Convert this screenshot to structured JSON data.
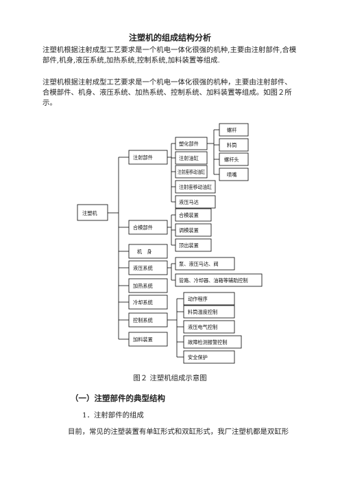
{
  "doc": {
    "title": "注塑机的组成结构分析",
    "para1": "注塑机根据注射成型工艺要求是一个机电一体化很强的机种,主要由注射部件,合模部件,机身,液压系统,加热系统,控制系统,加料装置等组成.",
    "para2": "注塑机根据注射成型工艺要求是一个机电一体化很强的机种，主要由注射部件、合模部件、机身、液压系统、加热系统、控制系统、加料装置等组成。如图２所示。",
    "caption": "图２ 注塑机组成示意图",
    "section_heading": "（一）注塑部件的典型结构",
    "item1": "1．注射部件的组成",
    "para3": "目前，常见的注塑装置有单缸形式和双缸形式，我厂注塑机都是双缸形"
  },
  "diagram": {
    "root": "注塑机",
    "injection": "注射部件",
    "plasticizing": "塑化部件",
    "injection_cyl": "注射油缸",
    "moving_cyl": "注射座移动油缸",
    "motor": "液压马达",
    "barrel": "螺杆",
    "screw": "料筒",
    "screw_head": "螺杆头",
    "nozzle": "喷嘴",
    "clamping": "合模部件",
    "clamp_device": "合模装置",
    "mold_adjust": "调模装置",
    "ejector": "顶出装置",
    "frame": "机　身",
    "hydraulic": "液压系统",
    "hyd_pump": "泵、液压马达、阀",
    "hyd_pipe": "管路、冷却器、油箱等辅助控制",
    "heating": "加热系统",
    "cooling": "冷却系统",
    "control": "控制系统",
    "feeding": "加料装置",
    "ctrl_action": "动作程序",
    "ctrl_temp": "料筒温度控制",
    "ctrl_hyd": "液压电气控制",
    "ctrl_fault": "故障检测报警控制",
    "ctrl_safety": "安全保护"
  }
}
